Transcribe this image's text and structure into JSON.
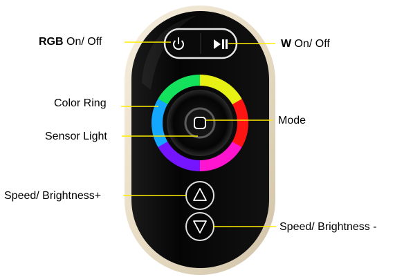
{
  "labels": {
    "rgb_prefix": "RGB",
    "rgb_suffix": " On/ Off",
    "w_prefix": "W",
    "w_suffix": " On/ Off",
    "color_ring": "Color Ring",
    "sensor_light": "Sensor Light",
    "mode": "Mode",
    "speed_up": "Speed/ Brightness+",
    "speed_down": "Speed/ Brightness -"
  },
  "icons": {
    "power": "power-icon",
    "play_pause": "play-pause-icon",
    "mode": "mode-square-icon",
    "up": "triangle-up-icon",
    "down": "triangle-down-icon"
  },
  "colors": {
    "leader_line": "#ffee00",
    "remote_body": "#080808",
    "remote_rim": "#f1e7d4",
    "button_outline": "#d8d8d8"
  }
}
